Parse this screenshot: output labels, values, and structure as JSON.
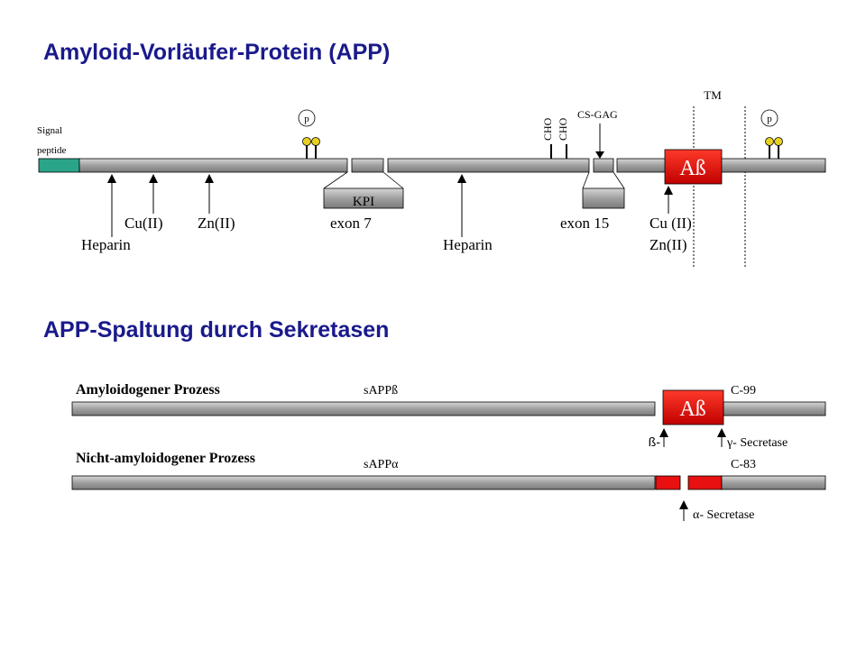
{
  "section1": {
    "title": "Amyloid-Vorläufer-Protein (APP)",
    "tm_label": "TM",
    "signal_label": [
      "Signal",
      "peptide"
    ],
    "p_left": "p",
    "p_right": "p",
    "cho1": "CHO",
    "cho2": "CHO",
    "csgag": "CS-GAG",
    "abeta": "Aß",
    "kpi": "KPI",
    "cu2": "Cu(II)",
    "zn2": "Zn(II)",
    "exon7": "exon 7",
    "exon15": "exon 15",
    "cu2_b": "Cu (II)",
    "zn2_b": "Zn(II)",
    "heparin1": "Heparin",
    "heparin2": "Heparin"
  },
  "section2": {
    "title": "APP-Spaltung durch Sekretasen",
    "amyloid_label": "Amyloidogener Prozess",
    "sappb": "sAPPß",
    "abeta": "Aß",
    "c99": "C-99",
    "beta_sec": "ß-",
    "gamma_sec": "γ- Secretase",
    "non_amyloid_label": "Nicht-amyloidogener Prozess",
    "sappa": "sAPPα",
    "c83": "C-83",
    "alpha_sec": "α- Secretase"
  },
  "colors": {
    "title": "#1a1a8c",
    "bar": "#a6a6a6",
    "signal": "#2aa58a",
    "abeta": "#e02020",
    "phospho": "#e8d020"
  }
}
